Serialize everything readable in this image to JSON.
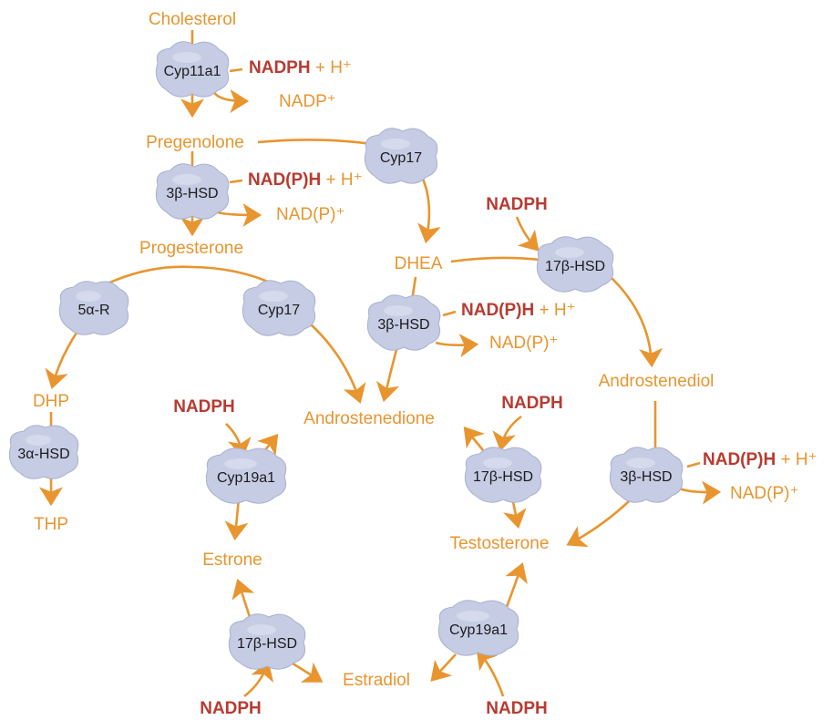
{
  "colors": {
    "metabolite": "#e8952f",
    "arrow": "#e8952f",
    "cofactor_reduced": "#b83a30",
    "enzyme_fill": "#c5cce4",
    "enzyme_text": "#1c1c1c",
    "background": "#ffffff"
  },
  "metabolites": {
    "cholesterol": "Cholesterol",
    "pregenolone": "Pregenolone",
    "progesterone": "Progesterone",
    "dhea": "DHEA",
    "dhp": "DHP",
    "thp": "THP",
    "androstenedione": "Androstenedione",
    "androstenediol": "Androstenediol",
    "estrone": "Estrone",
    "testosterone": "Testosterone",
    "estradiol": "Estradiol"
  },
  "enzymes": {
    "cyp11a1": "Cyp11a1",
    "hsd3b_top": "3β-HSD",
    "cyp17_upper": "Cyp17",
    "hsd17b_upper": "17β-HSD",
    "r5a": "5α-R",
    "cyp17_lower": "Cyp17",
    "hsd3b_mid": "3β-HSD",
    "hsd3a": "3α-HSD",
    "cyp19a1_left": "Cyp19a1",
    "hsd17b_center": "17β-HSD",
    "hsd3b_right": "3β-HSD",
    "hsd17b_bottom": "17β-HSD",
    "cyp19a1_bottom": "Cyp19a1"
  },
  "cofactors": {
    "nadph_h_1": {
      "bold": "NADPH",
      "rest": " + H⁺"
    },
    "nadp_1": "NADP⁺",
    "nadph_h_2": {
      "bold": "NAD(P)H",
      "rest": " + H⁺"
    },
    "nadp_2": "NAD(P)⁺",
    "nadph_17b_upper": "NADPH",
    "nadph_h_3": {
      "bold": "NAD(P)H",
      "rest": " + H⁺"
    },
    "nadp_3": "NAD(P)⁺",
    "nadph_cyp19_left": "NADPH",
    "nadph_17b_center": "NADPH",
    "nadph_h_4": {
      "bold": "NAD(P)H",
      "rest": " + H⁺"
    },
    "nadp_4": "NAD(P)⁺",
    "nadph_17b_bottom": "NADPH",
    "nadph_cyp19_bottom": "NADPH"
  }
}
